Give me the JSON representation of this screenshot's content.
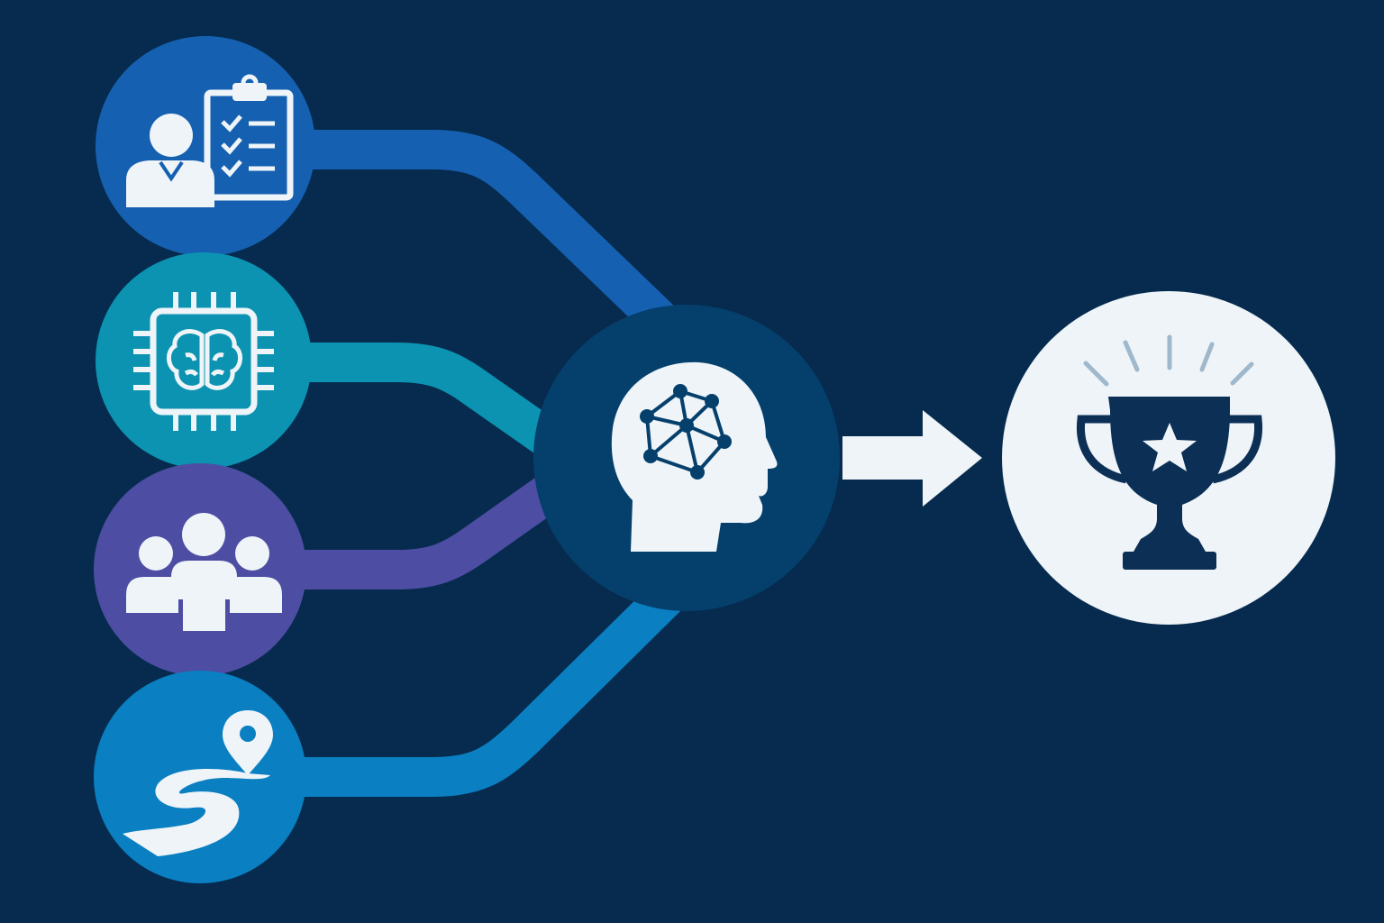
{
  "colors": {
    "background": "#062b4e",
    "hub": "#05406d",
    "icon_light": "#eef4f8",
    "node_1": "#1560b0",
    "node_2": "#0b93b1",
    "node_3": "#4d4ea3",
    "node_4": "#0a7fc1",
    "outcome_circle": "#eef4f8",
    "trophy": "#0c2f56",
    "rays": "#9fb8cc"
  },
  "inputs": [
    {
      "name": "input-expert-checklist",
      "icon": "person-clipboard-icon"
    },
    {
      "name": "input-ai-chip",
      "icon": "brain-chip-icon"
    },
    {
      "name": "input-team",
      "icon": "group-icon"
    },
    {
      "name": "input-journey",
      "icon": "path-location-icon"
    }
  ],
  "hub": {
    "icon": "head-network-icon"
  },
  "flow": {
    "icon": "right-arrow-icon"
  },
  "outcome": {
    "icon": "trophy-star-icon"
  }
}
